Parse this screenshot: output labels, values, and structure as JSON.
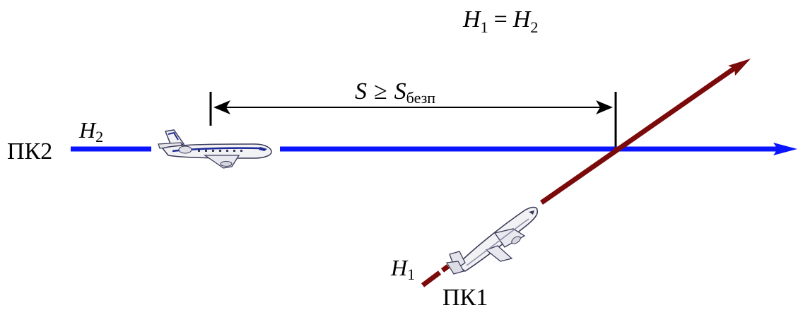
{
  "equation": {
    "lhs_symbol": "H",
    "lhs_sub": "1",
    "equals": "=",
    "rhs_symbol": "H",
    "rhs_sub": "2"
  },
  "separation": {
    "symbol": "S",
    "relation": "≥",
    "min_symbol": "S",
    "min_sub": "безп"
  },
  "aircraft": {
    "pk2": {
      "label": "ПК2",
      "altitude_symbol": "H",
      "altitude_sub": "2"
    },
    "pk1": {
      "label": "ПК1",
      "altitude_symbol": "H",
      "altitude_sub": "1"
    }
  },
  "colors": {
    "route_pk2": "#0a14ff",
    "route_pk1": "#7b0a0a",
    "dimension_line": "#000000",
    "text": "#000000",
    "aircraft_body": "#f2f2f4",
    "aircraft_outline": "#3a3a5a",
    "aircraft_accent": "#1c2a9a"
  }
}
